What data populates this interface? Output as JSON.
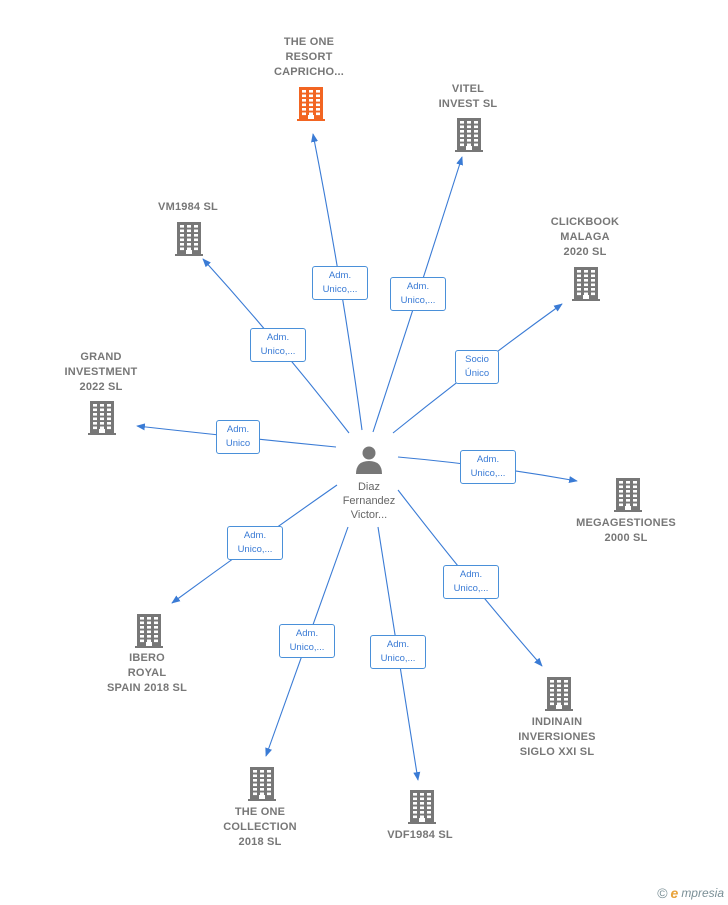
{
  "center": {
    "name_lines": [
      "Diaz",
      "Fernandez",
      "Victor..."
    ],
    "icon": "person-icon"
  },
  "nodes": [
    {
      "id": "the-one-resort",
      "lines": [
        "THE ONE",
        "RESORT",
        "CAPRICHO..."
      ],
      "highlight": true
    },
    {
      "id": "vitel-invest",
      "lines": [
        "VITEL",
        "INVEST  SL"
      ],
      "highlight": false
    },
    {
      "id": "vm1984",
      "lines": [
        "VM1984  SL"
      ],
      "highlight": false
    },
    {
      "id": "clickbook-malaga",
      "lines": [
        "CLICKBOOK",
        "MALAGA",
        "2020  SL"
      ],
      "highlight": false
    },
    {
      "id": "grand-investment",
      "lines": [
        "GRAND",
        "INVESTMENT",
        "2022  SL"
      ],
      "highlight": false
    },
    {
      "id": "megagestiones",
      "lines": [
        "MEGAGESTIONES",
        "2000  SL"
      ],
      "highlight": false
    },
    {
      "id": "ibero-royal",
      "lines": [
        "IBERO",
        "ROYAL",
        "SPAIN 2018  SL"
      ],
      "highlight": false
    },
    {
      "id": "indinain",
      "lines": [
        "INDINAIN",
        "INVERSIONES",
        "SIGLO XXI  SL"
      ],
      "highlight": false
    },
    {
      "id": "the-one-collection",
      "lines": [
        "THE ONE",
        "COLLECTION",
        "2018  SL"
      ],
      "highlight": false
    },
    {
      "id": "vdf1984",
      "lines": [
        "VDF1984  SL"
      ],
      "highlight": false
    }
  ],
  "edges": [
    {
      "to": "the-one-resort",
      "label": [
        "Adm.",
        "Unico,..."
      ]
    },
    {
      "to": "vitel-invest",
      "label": [
        "Adm.",
        "Unico,..."
      ]
    },
    {
      "to": "vm1984",
      "label": [
        "Adm.",
        "Unico,..."
      ]
    },
    {
      "to": "clickbook-malaga",
      "label": [
        "Socio",
        "Único"
      ]
    },
    {
      "to": "grand-investment",
      "label": [
        "Adm.",
        "Unico"
      ]
    },
    {
      "to": "megagestiones",
      "label": [
        "Adm.",
        "Unico,..."
      ]
    },
    {
      "to": "ibero-royal",
      "label": [
        "Adm.",
        "Unico,..."
      ]
    },
    {
      "to": "indinain",
      "label": [
        "Adm.",
        "Unico,..."
      ]
    },
    {
      "to": "the-one-collection",
      "label": [
        "Adm.",
        "Unico,..."
      ]
    },
    {
      "to": "vdf1984",
      "label": [
        "Adm.",
        "Unico,..."
      ]
    }
  ],
  "colors": {
    "edge": "#3a7bd5",
    "building": "#777777",
    "building_highlight": "#f26522",
    "person": "#777777"
  },
  "brand": {
    "copyright": "©",
    "initial": "e",
    "name": "mpresia"
  }
}
